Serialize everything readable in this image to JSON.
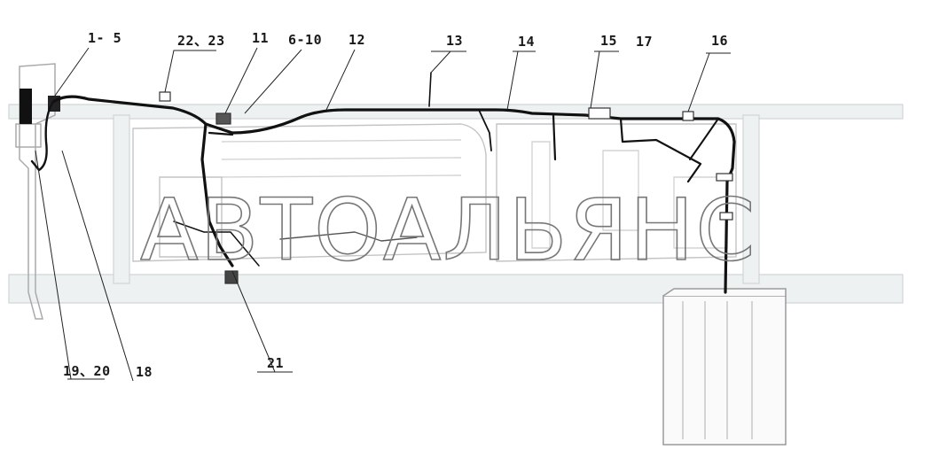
{
  "callouts": {
    "c1": "1- 5",
    "c2": "22、23",
    "c3": "11",
    "c4": "6-10",
    "c5": "12",
    "c6": "13",
    "c7": "14",
    "c8": "15",
    "c9": "17",
    "c10": "16",
    "c11": "19、20",
    "c12": "18",
    "c13": "21"
  },
  "watermark": "АВТОАЛЬЯНС",
  "colors": {
    "line": "#111111",
    "frame": "#cfd4d4",
    "ghost": "#bdbdbd"
  }
}
